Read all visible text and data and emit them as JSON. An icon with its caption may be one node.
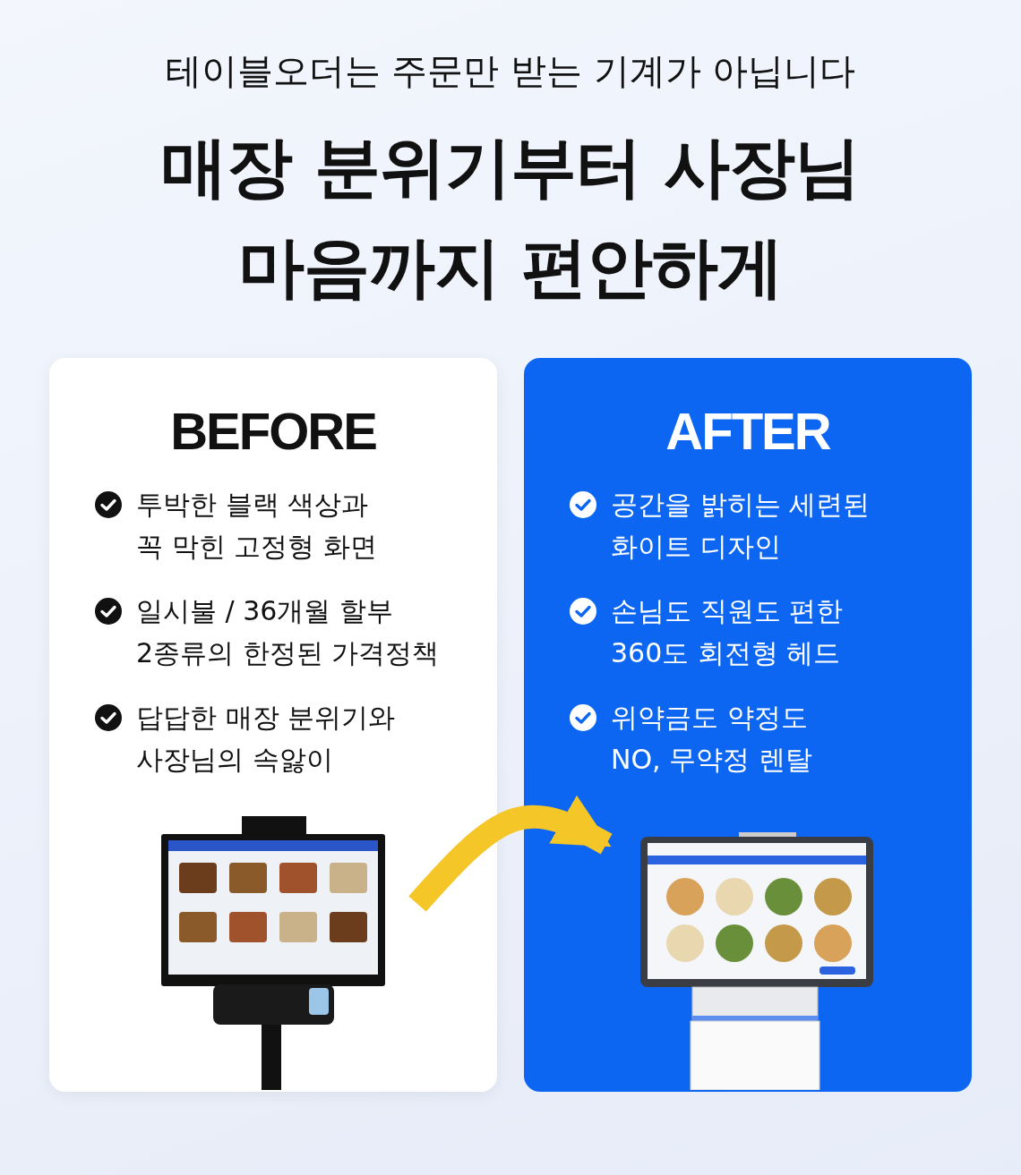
{
  "diagram": {
    "title": "매장 분위기부터 사장님 마음까지 편안하게",
    "nodes": [
      {
        "text": [
          "BEFORE",
          "투박한 블랙 색상과 꼭 막힌 고정형 화면",
          "일시불 / 36개월 할부 2종류의 한정된 가격정책",
          "답답한 매장 분위기와 사장님의 속앓이"
        ]
      },
      {
        "text": [],
        "shape": "picture",
        "in": 0
      },
      {
        "text": [
          "AFTER",
          "공간을 밝히는 세련된 화이트 디자인",
          "손님도 직원도 편한 360도 회전형 헤드",
          "위약금도 약정도 NO, 무약정 렌탈"
        ]
      },
      {
        "text": [],
        "shape": "picture",
        "in": 2
      }
    ],
    "edges": [
      {
        "from": 1,
        "to": 3,
        "arrow": "to",
        "color": "#f5c628"
      }
    ],
    "labels": [
      "테이블오더는 주문만 받는 기계가 아닙니다"
    ]
  }
}
